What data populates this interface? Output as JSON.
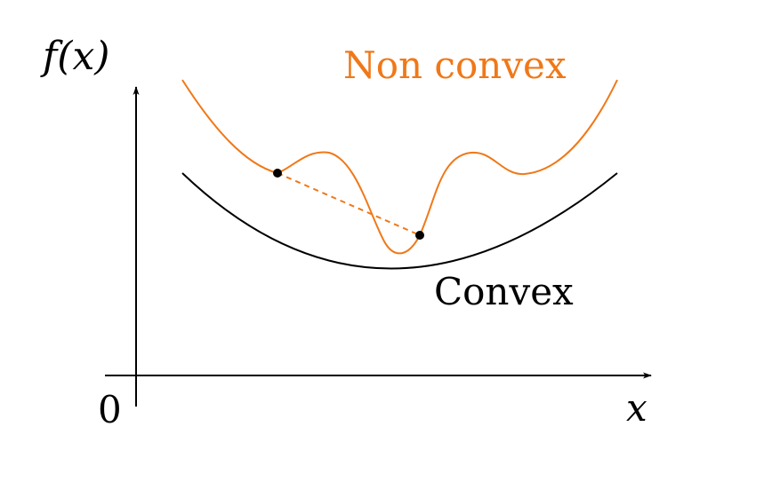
{
  "axes": {
    "y_label": "f(x)",
    "x_label": "x",
    "origin_label": "0"
  },
  "curves": {
    "non_convex": {
      "label": "Non convex",
      "color": "#f07818"
    },
    "convex": {
      "label": "Convex",
      "color": "#000000"
    }
  },
  "colors": {
    "axis": "#000000",
    "point": "#000000",
    "chord": "#f07818"
  }
}
